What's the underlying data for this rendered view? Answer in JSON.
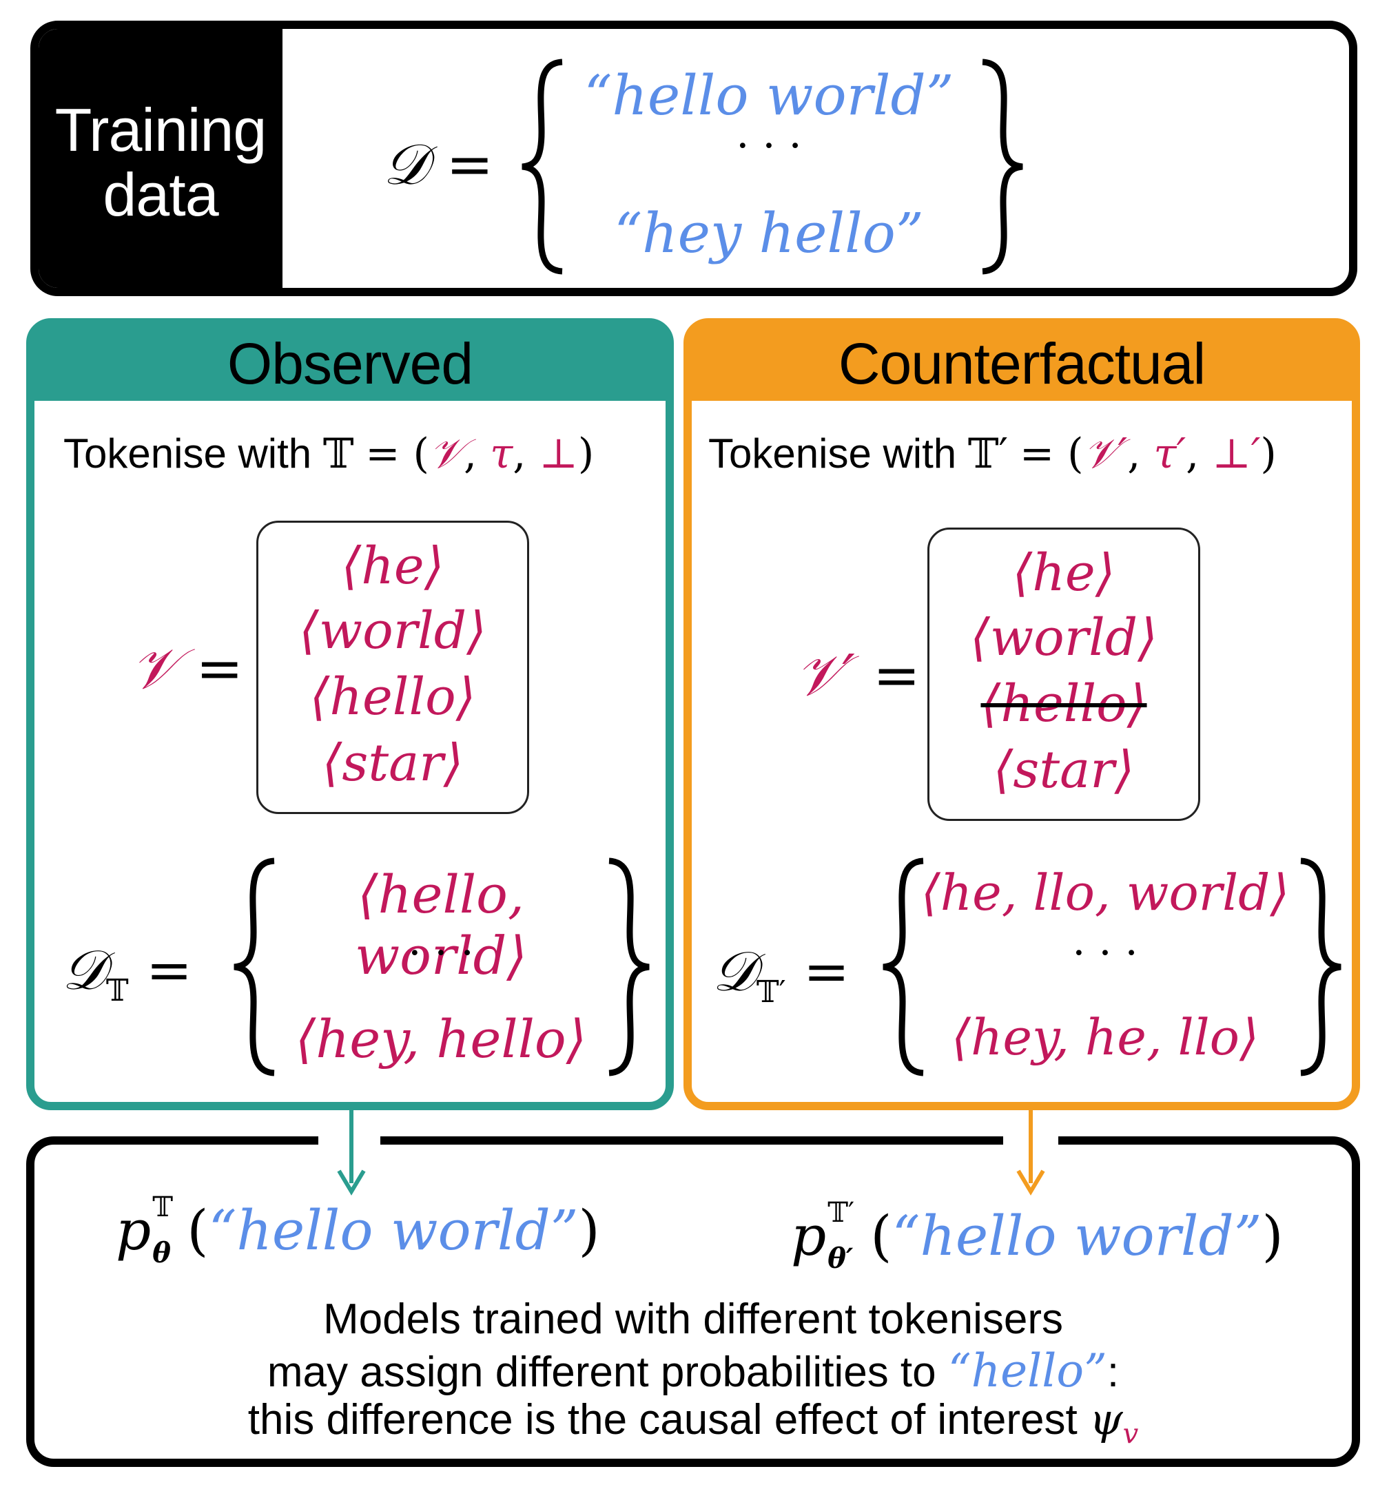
{
  "training": {
    "label_line1": "Training",
    "label_line2": "data",
    "dataset_symbol": "𝒟",
    "item_first": "“hello world”",
    "ellipsis": "· · ·",
    "item_last": "“hey hello”"
  },
  "observed": {
    "title": "Observed",
    "tokenise_text": "Tokenise with",
    "tokeniser_symbol": "𝕋",
    "vocab_symbol": "𝒱",
    "tau": "τ",
    "perp": "⊥",
    "vocab": [
      "⟨he⟩",
      "⟨world⟩",
      "⟨hello⟩",
      "⟨star⟩"
    ],
    "dataset_symbol": "𝒟",
    "dataset_subscript": "𝕋",
    "tokenised_first": "⟨hello, world⟩",
    "ellipsis": "· · ·",
    "tokenised_last": "⟨hey, hello⟩"
  },
  "counterfactual": {
    "title": "Counterfactual",
    "tokenise_text": "Tokenise with",
    "tokeniser_symbol": "𝕋′",
    "vocab_symbol": "𝒱′",
    "tau": "τ′",
    "perp": "⊥′",
    "vocab": [
      "⟨he⟩",
      "⟨world⟩",
      "⟨hello⟩",
      "⟨star⟩"
    ],
    "struck_item": "⟨hello⟩",
    "dataset_symbol": "𝒟",
    "dataset_subscript": "𝕋′",
    "tokenised_first": "⟨he, llo, world⟩",
    "ellipsis": "· · ·",
    "tokenised_last": "⟨hey, he, llo⟩"
  },
  "result": {
    "prob_left": {
      "p": "p",
      "sup": "𝕋",
      "sub": "θ",
      "arg": "“hello world”"
    },
    "prob_right": {
      "p": "p",
      "sup": "𝕋′",
      "sub": "θ′",
      "arg": "“hello world”"
    },
    "line1": "Models trained with different tokenisers",
    "line2_before": "may assign different probabilities to ",
    "line2_word": "“hello”",
    "line2_after": ":",
    "line3_before": "this difference is the causal effect of interest ",
    "psi": "ψ",
    "psi_sub": "v"
  },
  "colors": {
    "observed": "#2a9d8f",
    "counterfactual": "#f39c1f",
    "string_blue": "#5b8ee8",
    "token_red": "#c2185b"
  }
}
